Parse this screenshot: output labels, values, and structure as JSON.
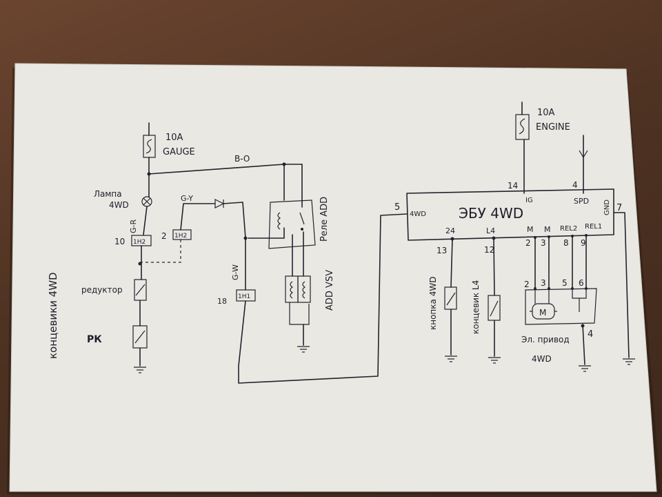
{
  "left_side_note": "концевики 4WD",
  "left_circuit": {
    "fuse_label_1": "10A",
    "fuse_label_2": "GAUGE",
    "wire_bo": "B-O",
    "lamp_label_1": "Лампа",
    "lamp_label_2": "4WD",
    "wire_gr": "G-R",
    "wire_gy": "G-Y",
    "wire_gw": "G-W",
    "connector_10_num": "10",
    "connector_10_name": "1H2",
    "connector_2_num": "2",
    "connector_2_name": "1H2",
    "connector_18_num": "18",
    "connector_18_name": "1H1",
    "switch_reducer": "редуктор",
    "switch_rk": "РК",
    "relay_label": "Реле ADD",
    "vsv_label": "ADD VSV"
  },
  "right_circuit": {
    "fuse_label_1": "10A",
    "fuse_label_2": "ENGINE",
    "ecu_title": "ЭБУ 4WD",
    "pin_14": "14",
    "pin_4": "4",
    "pin_ig": "IG",
    "pin_spd": "SPD",
    "pin_gnd": "GND",
    "pin_7": "7",
    "pin_5": "5",
    "pin_4wd": "4WD",
    "pin_24": "24",
    "pin_l4": "L4",
    "pin_m1": "M",
    "pin_m2": "M",
    "pin_rel2": "REL2",
    "pin_rel1": "REL1",
    "num_13": "13",
    "num_12": "12",
    "num_2a": "2",
    "num_3a": "3",
    "num_8": "8",
    "num_9": "9",
    "num_2b": "2",
    "num_3b": "3",
    "num_5": "5",
    "num_6": "6",
    "num_4": "4",
    "button_4wd": "кнопка 4WD",
    "switch_l4": "концевик L4",
    "motor_m": "M",
    "actuator_1": "Эл. привод",
    "actuator_2": "4WD"
  }
}
